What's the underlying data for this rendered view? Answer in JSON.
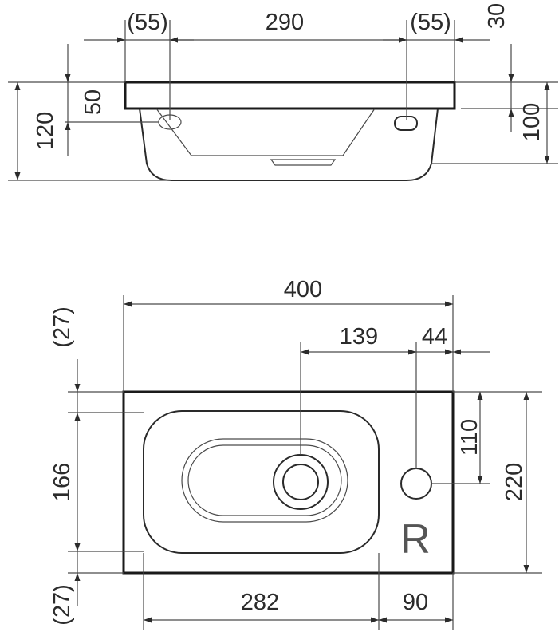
{
  "side_view": {
    "dims": {
      "left_overhang": "(55)",
      "drain_span": "290",
      "right_overhang": "(55)",
      "top_offset": "30",
      "rim_height": "50",
      "total_height": "120",
      "tap_height": "100"
    }
  },
  "top_view": {
    "dims": {
      "overall_width": "400",
      "drain_to_tap": "139",
      "tap_to_edge": "44",
      "top_margin": "(27)",
      "bowl_depth": "166",
      "bottom_margin": "(27)",
      "tap_offset": "110",
      "overall_depth": "220",
      "bowl_width": "282",
      "deck_width": "90"
    },
    "orientation_mark": "R"
  }
}
